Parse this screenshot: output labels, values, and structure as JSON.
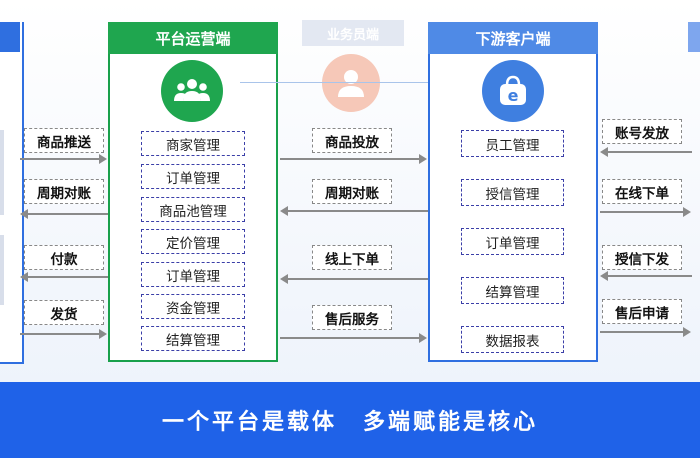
{
  "platform": {
    "title": "平台运营端",
    "modules": [
      "商家管理",
      "订单管理",
      "商品池管理",
      "定价管理",
      "订单管理",
      "资金管理",
      "结算管理"
    ]
  },
  "salesman": {
    "title": "业务员端"
  },
  "downstream": {
    "title": "下游客户端",
    "modules": [
      "员工管理",
      "授信管理",
      "订单管理",
      "结算管理",
      "数据报表"
    ]
  },
  "left_flows": [
    "商品推送",
    "周期对账",
    "付款",
    "发货"
  ],
  "middle_flows": [
    "商品投放",
    "周期对账",
    "线上下单",
    "售后服务"
  ],
  "right_flows": [
    "账号发放",
    "在线下单",
    "授信下发",
    "售后申请"
  ],
  "banner": {
    "part1": "一个平台是载体",
    "part2": "多端赋能是核心"
  },
  "colors": {
    "platform": "#1fa64f",
    "downstream": "#4f8ae6",
    "banner": "#1f62e8",
    "module_border": "#3b3fa8"
  },
  "icons": {
    "platform": "people-group-icon",
    "salesman": "person-icon",
    "downstream": "shopping-bag-e-icon"
  }
}
